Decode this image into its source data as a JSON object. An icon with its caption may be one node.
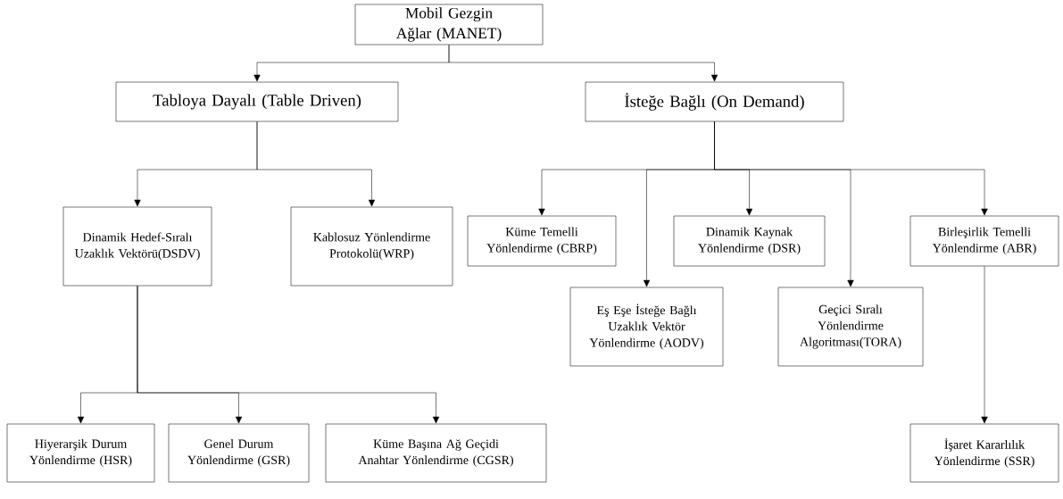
{
  "diagram": {
    "nodes": [
      {
        "text": [
          "Mobil Gezgin Ağlar (MANET)"
        ]
      },
      {
        "text": [
          "Tabloya Dayalı (Table Driven)"
        ]
      },
      {
        "text": [
          "İsteğe Bağlı (On Demand)"
        ]
      },
      {
        "text": [
          "Dinamik Hedef-Sıralı Uzaklık Vektörü(DSDV)"
        ]
      },
      {
        "text": [
          "Kablosuz Yönlendirme Protokolü(WRP)"
        ]
      },
      {
        "text": [
          "Küme Temelli Yönlendirme (CBRP)"
        ]
      },
      {
        "text": [
          "Eş Eşe İsteğe Bağlı Uzaklık Vektör Yönlendirme (AODV)"
        ]
      },
      {
        "text": [
          "Dinamik Kaynak Yönlendirme (DSR)"
        ]
      },
      {
        "text": [
          "Geçici Sıralı Yönlendirme Algoritması(TORA)"
        ]
      },
      {
        "text": [
          "Birleşirlik Temelli Yönlendirme (ABR)"
        ]
      },
      {
        "text": [
          "İşaret Kararlılık Yönlendirme (SSR)"
        ]
      },
      {
        "text": [
          "Hiyerarşik Durum Yönlendirme (HSR)"
        ]
      },
      {
        "text": [
          "Genel Durum Yönlendirme (GSR)"
        ]
      },
      {
        "text": [
          "Küme Başına Ağ Geçidi Anahtar Yönlendirme (CGSR)"
        ]
      }
    ],
    "edges": [
      {
        "from": 0,
        "to": 1,
        "arrow": "to"
      },
      {
        "from": 0,
        "to": 2,
        "arrow": "to"
      },
      {
        "from": 1,
        "to": 3,
        "arrow": "to"
      },
      {
        "from": 1,
        "to": 4,
        "arrow": "to"
      },
      {
        "from": 2,
        "to": 5,
        "arrow": "to"
      },
      {
        "from": 2,
        "to": 6,
        "arrow": "to"
      },
      {
        "from": 2,
        "to": 7,
        "arrow": "to"
      },
      {
        "from": 2,
        "to": 8,
        "arrow": "to"
      },
      {
        "from": 2,
        "to": 9,
        "arrow": "to"
      },
      {
        "from": 3,
        "to": 11,
        "arrow": "to"
      },
      {
        "from": 3,
        "to": 12,
        "arrow": "to"
      },
      {
        "from": 3,
        "to": 13,
        "arrow": "to"
      },
      {
        "from": 9,
        "to": 10,
        "arrow": "to"
      }
    ]
  }
}
